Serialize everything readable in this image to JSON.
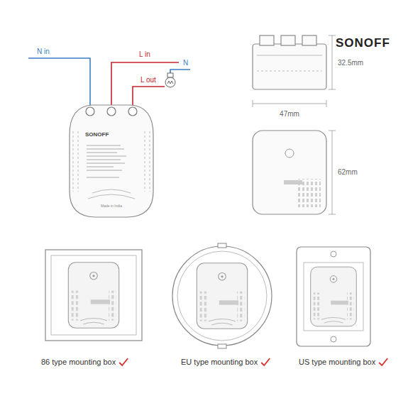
{
  "diagram": {
    "labels": [
      "SONOFF",
      "N in",
      "L in",
      "L out",
      "N",
      "SONOFF",
      "Made in India",
      "32.5mm",
      "47mm",
      "62mm",
      "86 type mounting box",
      "EU type mounting box",
      "US type mounting box"
    ]
  }
}
